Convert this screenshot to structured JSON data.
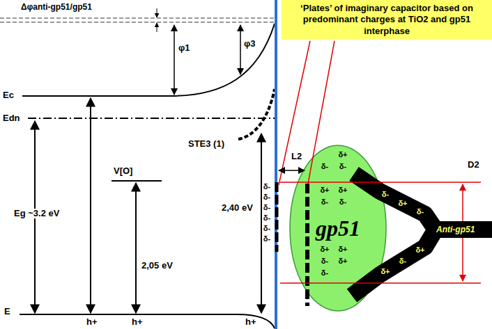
{
  "diagram": {
    "nodes": [
      {
        "text": [
          "‘Plates’ of imaginary capacitor based on predominant charges at TiO2 and gp51 interphase"
        ]
      },
      {
        "text": [
          "gp51"
        ]
      },
      {
        "text": [
          "Anti-gp51"
        ]
      }
    ],
    "labels": [
      "Δφanti-gp51/gp51",
      "φ1",
      "φ3",
      "Ec",
      "Edn",
      "V[O]",
      "STE3 (1)",
      "2,40 eV",
      "Eg ~3.2 eV",
      "2,05 eV",
      "E",
      "h+",
      "h+",
      "h+",
      "L2",
      "D2",
      "δ-",
      "δ-",
      "δ-",
      "δ-",
      "δ-",
      "δ-",
      "δ+",
      "δ-",
      "δ-",
      "δ+",
      "δ+",
      "δ-",
      "δ-",
      "δ+",
      "δ+",
      "δ-",
      "δ+",
      "δ-",
      "δ-",
      "δ+",
      "δ-",
      "δ+",
      "δ-",
      "δ+"
    ]
  }
}
